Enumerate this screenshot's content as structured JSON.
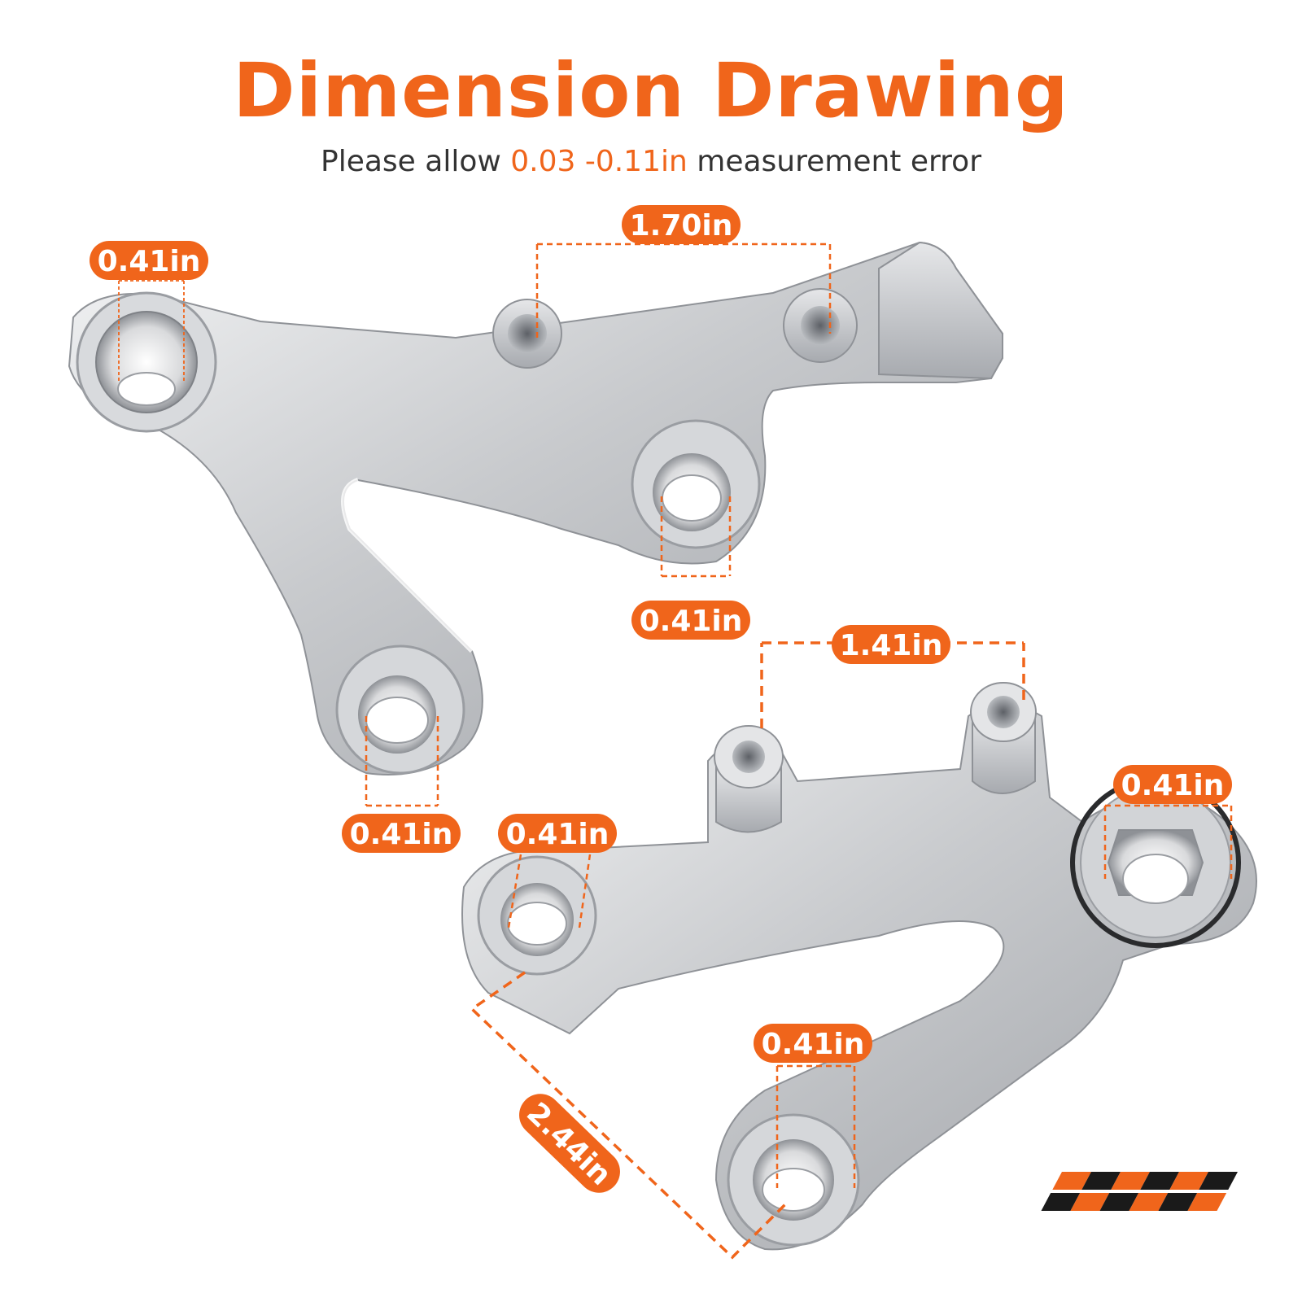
{
  "header": {
    "title": "Dimension Drawing",
    "subtitle_prefix": "Please allow ",
    "subtitle_value": "0.03 -0.11in",
    "subtitle_suffix": " measurement error"
  },
  "dimensions": {
    "top_bracket": {
      "hole_left": "0.41in",
      "hole_spacing": "1.70in",
      "hole_right": "0.41in",
      "hole_bottom": "0.41in"
    },
    "bottom_bracket": {
      "stud_spacing": "1.41in",
      "hole_left": "0.41in",
      "hole_right": "0.41in",
      "hole_bottom": "0.41in",
      "diagonal_length": "2.44in"
    }
  },
  "colors": {
    "accent": "#f0651b",
    "text": "#333333",
    "metal": "#c9cbcf",
    "brand_checker": [
      "#f0651b",
      "#1a1a1a"
    ]
  },
  "icons": {
    "brand_mark": "checkered-flag-icon"
  }
}
